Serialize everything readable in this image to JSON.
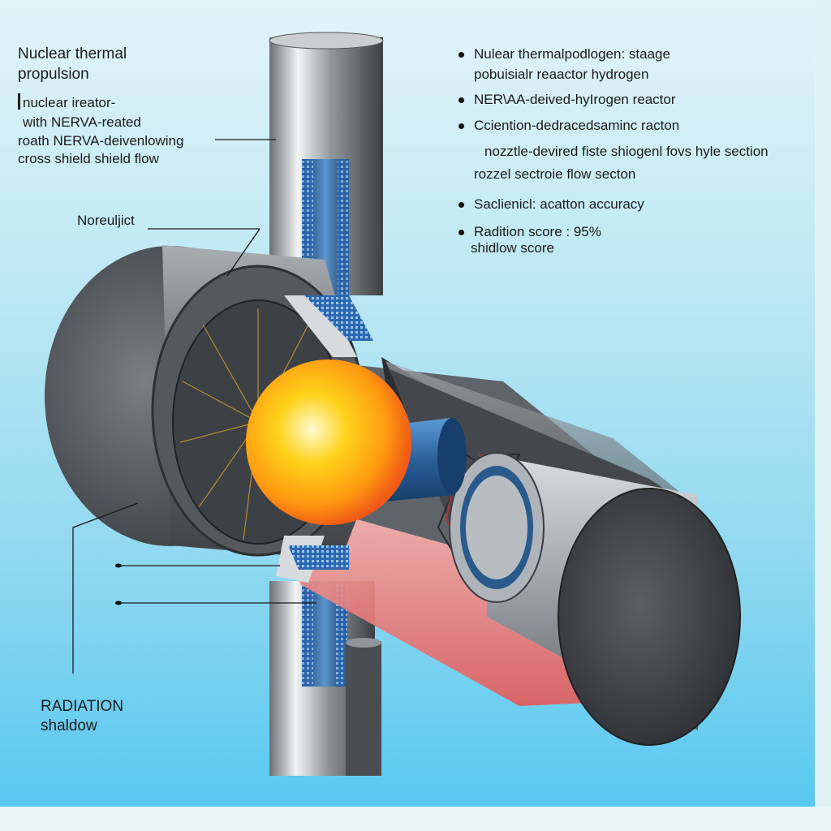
{
  "left_labels": {
    "title_line1": "Nuclear thermal",
    "title_line2": "propulsion",
    "sub_line1": "nuclear ireator-",
    "sub_line2": "with NERVA-reated",
    "sub_line3": "roath NERVA-deivenlowing",
    "sub_line4": "cross shield shield flow",
    "noreuljict": "Noreuljict",
    "radiation_line1": "RADIATION",
    "radiation_line2": "shaldow"
  },
  "right_bullets": [
    {
      "line1": "Nulear thermalpodlogen: staage",
      "line2": "pobuisialr reaactor hydrogen"
    },
    {
      "line1": "NER\\AA-deived-hyIrogen reactor"
    },
    {
      "line1": "Cciention-dedracedsaminc racton",
      "line2": "nozztle-devired fiste shiogenl fovs hyle section",
      "line3": "rozzel sectroie flow secton"
    },
    {
      "line1": "Saclienicl: acatton accuracy"
    },
    {
      "line1": "Radition score : 95%",
      "line2": "shidlow score"
    }
  ],
  "icons": {
    "core": "reactor-core-glow",
    "pipe": "hydrogen-feed-pipe",
    "shield": "radiation-shield",
    "drum": "engine-drum"
  },
  "colors": {
    "shield_dark": "#474b50",
    "pipe_steel": "#9aa0a6",
    "core_glow": "#ffb800",
    "fuel_blue": "#2f6fb0",
    "shadow_red": "#e86a6a"
  }
}
